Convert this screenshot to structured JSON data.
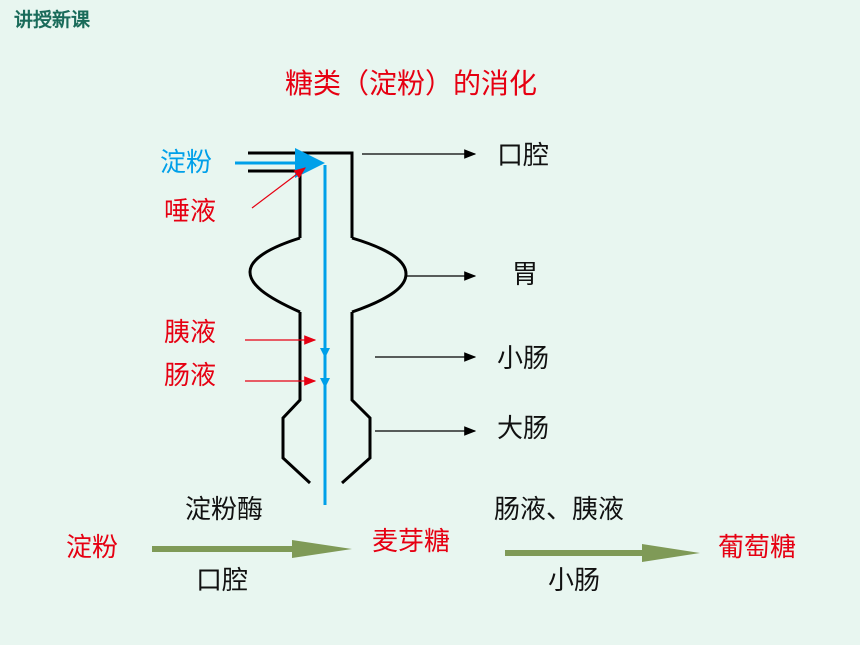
{
  "section_tag": "讲授新课",
  "title": "糖类（淀粉）的消化",
  "inputs": {
    "starch": "淀粉",
    "saliva": "唾液",
    "pancreatic_juice": "胰液",
    "intestinal_juice": "肠液"
  },
  "organs": {
    "mouth": "口腔",
    "stomach": "胃",
    "small_intestine": "小肠",
    "large_intestine": "大肠"
  },
  "equation": {
    "start": "淀粉",
    "enzyme1": "淀粉酶",
    "site1": "口腔",
    "middle": "麦芽糖",
    "enzyme2": "肠液、胰液",
    "site2": "小肠",
    "end": "葡萄糖"
  },
  "colors": {
    "background": "#e8f6f0",
    "red_label": "#e60012",
    "blue_path": "#00a0e9",
    "reaction_arrow": "#7f9a57",
    "outline": "#000000"
  }
}
